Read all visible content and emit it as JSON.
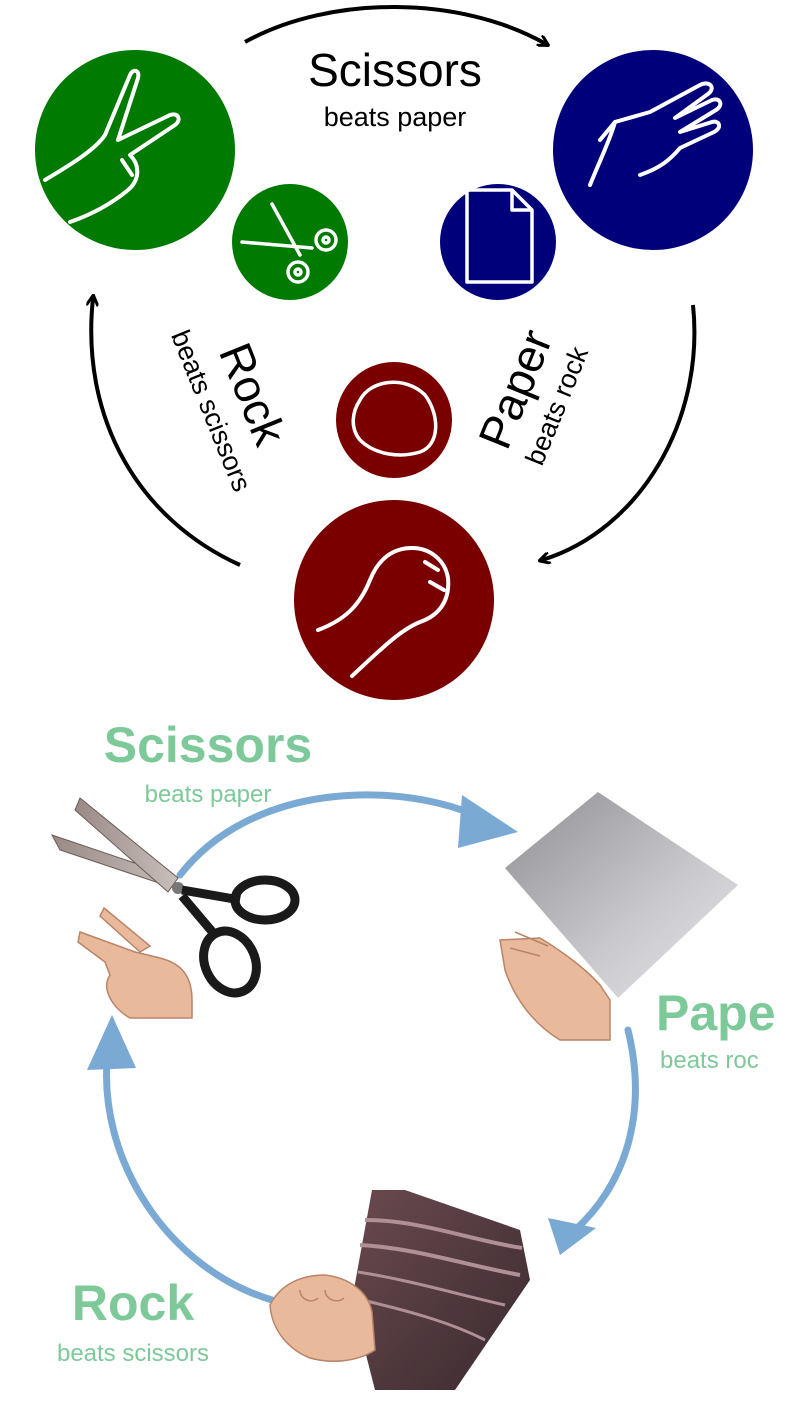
{
  "top": {
    "scissors": {
      "title": "Scissors",
      "caption": "beats paper",
      "color": "#007a00"
    },
    "paper": {
      "title": "Paper",
      "caption": "beats rock",
      "color": "#00007a"
    },
    "rock": {
      "title": "Rock",
      "caption": "beats scissors",
      "color": "#7a0000"
    },
    "arrow_color": "#000000"
  },
  "bottom": {
    "scissors": {
      "title": "Scissors",
      "caption": "beats paper"
    },
    "paper": {
      "title": "Pape",
      "caption": "beats roc"
    },
    "rock": {
      "title": "Rock",
      "caption": "beats scissors"
    },
    "label_color": "#7dc99a",
    "arrow_color": "#7aa9d4"
  },
  "icons": [
    "v-sign-hand-icon",
    "scissors-icon",
    "flat-hand-icon",
    "paper-sheet-icon",
    "rock-icon",
    "fist-icon"
  ]
}
